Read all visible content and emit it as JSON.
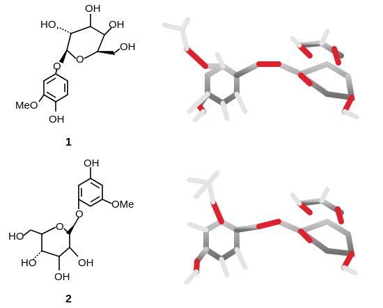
{
  "compounds": [
    {
      "number": "1",
      "labels": {
        "oh_top": "OH",
        "oh_left": "HO,",
        "oh_right": "OH",
        "ring_o": "O",
        "ch2oh": "OH",
        "link_o": "O",
        "ome": "MeO",
        "phenol_oh": "OH"
      }
    },
    {
      "number": "2",
      "labels": {
        "phenol_oh": "OH",
        "link_o": "O",
        "ome": "OMe",
        "ring_o": "O",
        "ch2oh": "HO",
        "oh_left": "HO",
        "oh_mid": "OH",
        "oh_right": "OH"
      }
    }
  ],
  "model_colors": {
    "carbon": "#9a9a9a",
    "oxygen": "#e0202a",
    "hydrogen": "#ececec"
  }
}
